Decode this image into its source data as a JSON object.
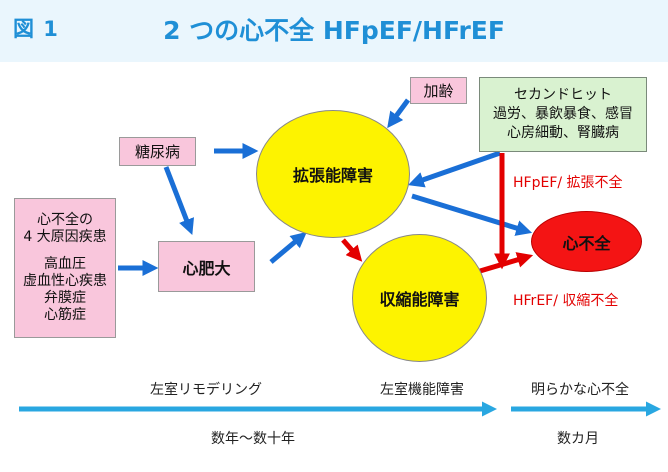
{
  "header": {
    "figure_label": "図 1",
    "title": "2 つの心不全 HFpEF/HFrEF"
  },
  "nodes": {
    "aging": "加齢",
    "diabetes": "糖尿病",
    "second_hit": [
      "セカンドヒット",
      "過労、暴飲暴食、感冒",
      "心房細動、腎臓病"
    ],
    "causes": [
      "心不全の",
      "4 大原因疾患",
      "",
      "高血圧",
      "虚血性心疾患",
      "弁膜症",
      "心筋症"
    ],
    "hypertrophy": "心肥大",
    "diastolic_dysfunction": "拡張能障害",
    "systolic_dysfunction": "収縮能障害",
    "heart_failure": "心不全"
  },
  "labels": {
    "hfpef": "HFpEF/ 拡張不全",
    "hfref": "HFrEF/ 収縮不全"
  },
  "timeline": {
    "stage1": "左室リモデリング",
    "stage2": "左室機能障害",
    "stage3": "明らかな心不全",
    "duration1": "数年〜数十年",
    "duration2": "数カ月"
  },
  "colors": {
    "blue": "#1a6fd6",
    "red": "#e30000",
    "timeline": "#29a7e1",
    "title": "#1f8fd6"
  }
}
